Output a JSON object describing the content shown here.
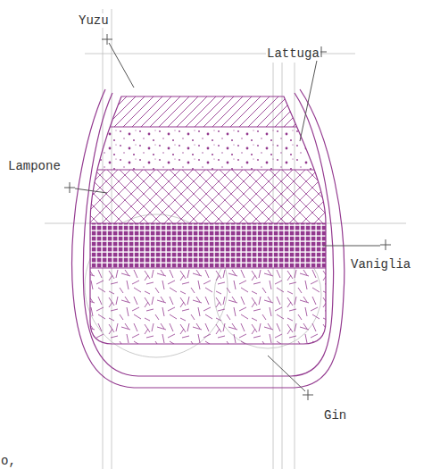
{
  "diagram": {
    "labels": [
      "Yuzu",
      "Lattuga",
      "Lampone",
      "Vaniglia",
      "Gin",
      "o,"
    ]
  }
}
